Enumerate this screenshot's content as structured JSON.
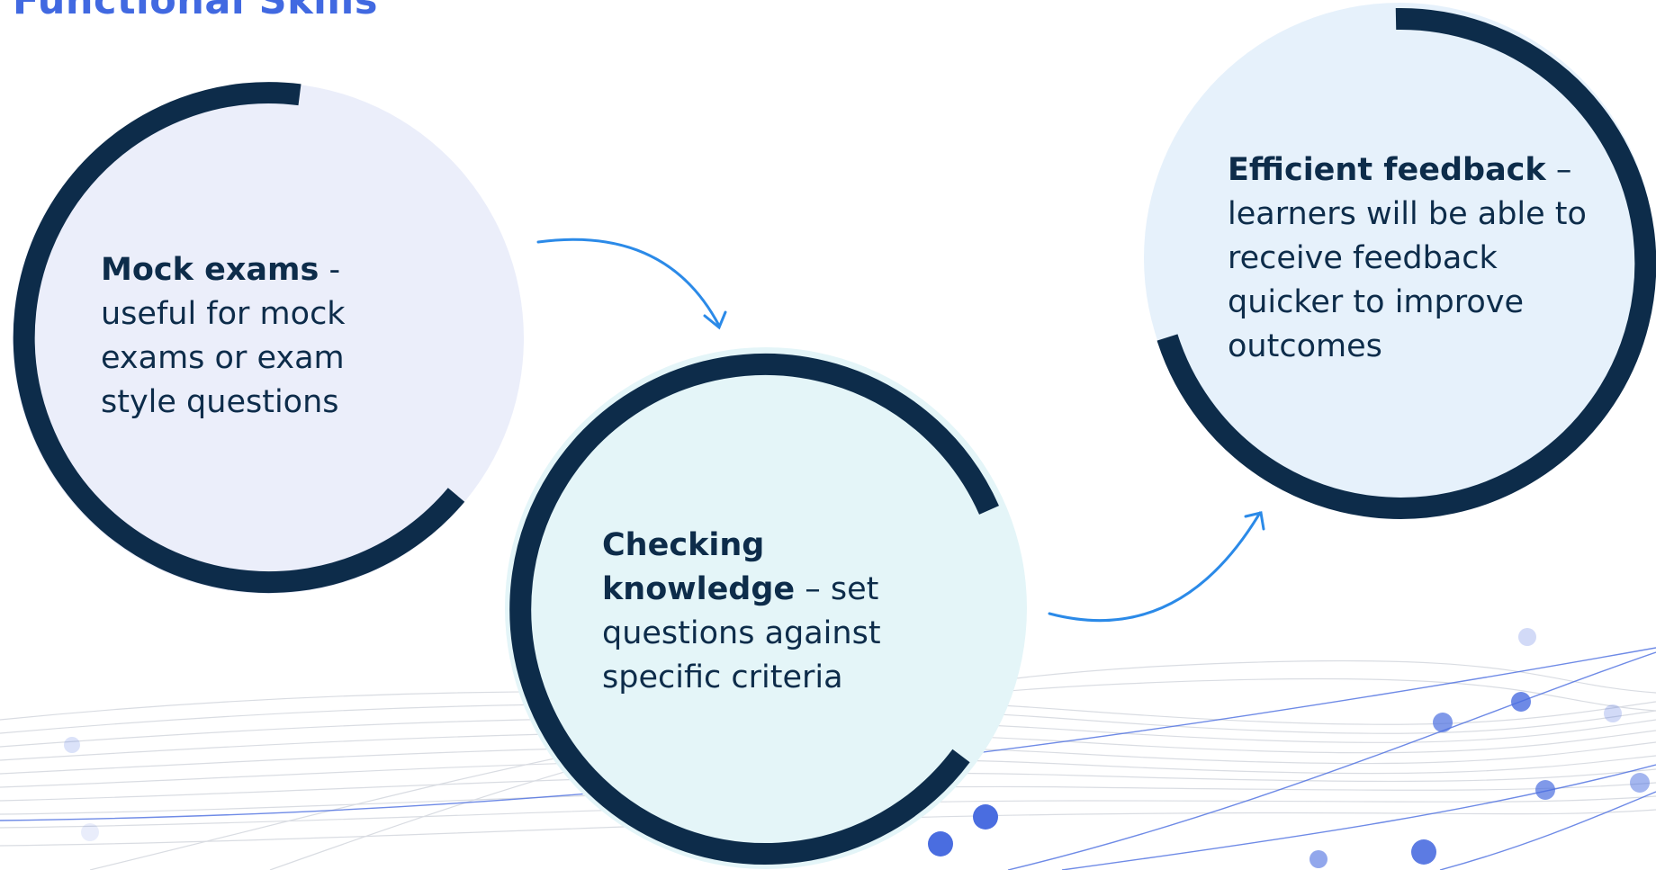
{
  "header": {
    "title": "Functional Skills"
  },
  "steps": [
    {
      "heading": "Mock exams",
      "body": " -\nuseful for mock exams or exam style questions",
      "fill": "#ebeefa"
    },
    {
      "heading": "Checking knowledge",
      "body": " – set questions against specific criteria",
      "fill": "#e4f5f8"
    },
    {
      "heading": "Efficient feedback",
      "body": " – learners will be able to receive feedback quicker to improve outcomes",
      "fill": "#e6f1fb"
    }
  ],
  "colors": {
    "title": "#4169e1",
    "ring": "#0d2c4a",
    "text": "#0d2c4a",
    "arrow": "#2b8ae8",
    "network": "#4a6de0"
  },
  "icons": [
    "curved-arrow-icon",
    "curved-arrow-icon"
  ]
}
